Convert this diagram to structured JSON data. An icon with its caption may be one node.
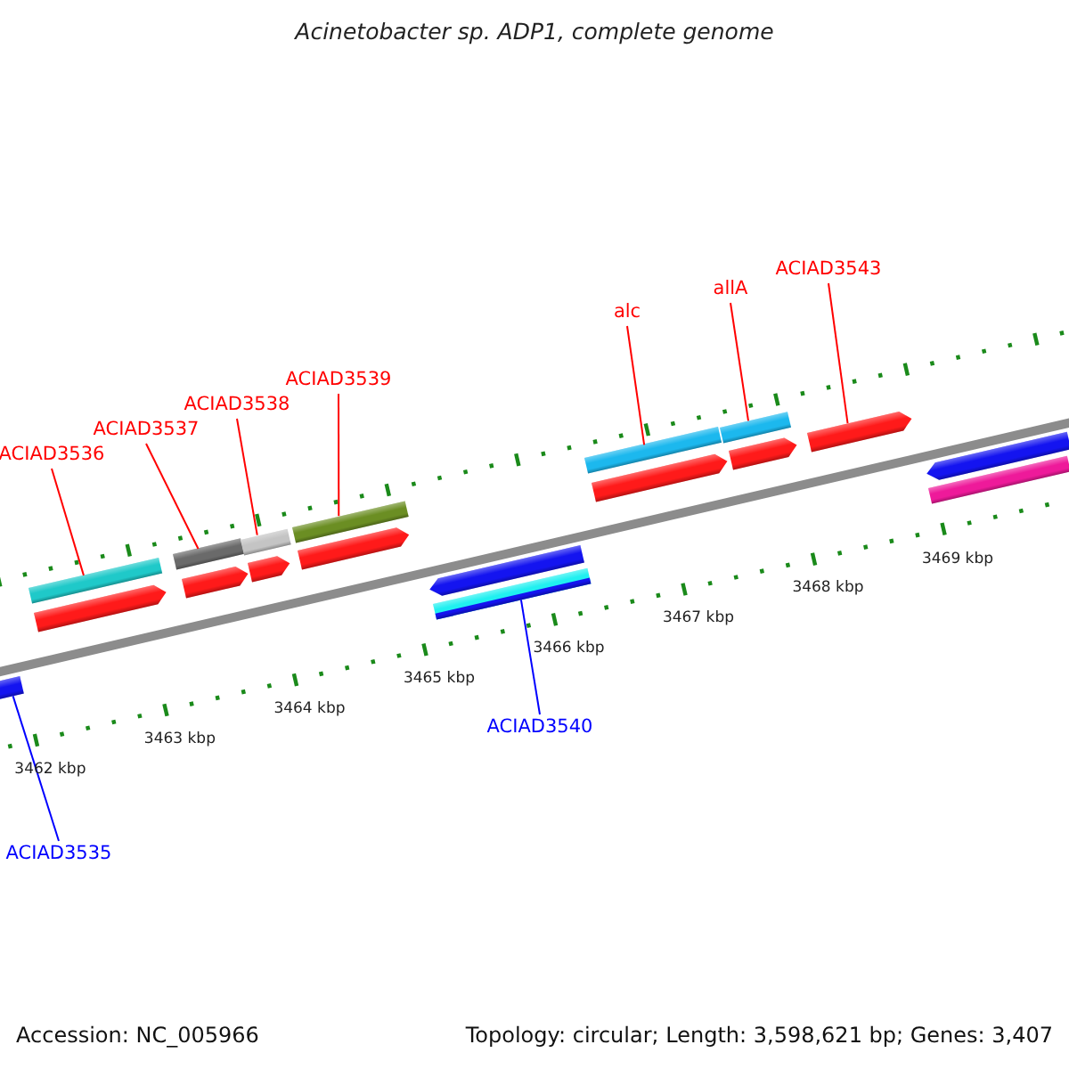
{
  "diagram": {
    "title": "Acinetobacter sp. ADP1, complete genome",
    "nodes": [
      {
        "text": [
          "ACIAD3543"
        ]
      },
      {
        "text": [
          "allA"
        ]
      },
      {
        "text": [
          "alc"
        ]
      },
      {
        "text": [
          "ACIAD3539"
        ]
      },
      {
        "text": [
          "ACIAD3538"
        ]
      },
      {
        "text": [
          "ACIAD3537"
        ]
      },
      {
        "text": [
          "ACIAD3536"
        ]
      },
      {
        "text": [
          "ACIAD3540"
        ]
      },
      {
        "text": [
          "ACIAD3535"
        ]
      },
      {
        "text": [],
        "shape": "bar"
      },
      {
        "text": [],
        "shape": "bar"
      },
      {
        "text": [],
        "shape": "bar"
      },
      {
        "text": [],
        "shape": "bar"
      },
      {
        "text": [],
        "shape": "bar"
      },
      {
        "text": [],
        "shape": "bar"
      },
      {
        "text": [],
        "shape": "bar"
      },
      {
        "text": [],
        "shape": "bar"
      },
      {
        "text": [],
        "shape": "bar"
      },
      {
        "text": [],
        "shape": "bar"
      },
      {
        "text": [],
        "shape": "bar"
      },
      {
        "text": [],
        "shape": "bar"
      },
      {
        "text": [],
        "shape": "bar"
      },
      {
        "text": [],
        "shape": "bar"
      },
      {
        "text": [],
        "shape": "bar"
      },
      {
        "text": [],
        "shape": "bar"
      },
      {
        "text": [],
        "shape": "bar"
      },
      {
        "text": [],
        "shape": "bar"
      }
    ],
    "edges": [
      {
        "from": 0,
        "to": 21,
        "arrow": "none"
      },
      {
        "from": 1,
        "to": 14,
        "arrow": "none"
      },
      {
        "from": 2,
        "to": 13,
        "arrow": "none"
      },
      {
        "from": 3,
        "to": 12,
        "arrow": "none"
      },
      {
        "from": 4,
        "to": 11,
        "arrow": "none"
      },
      {
        "from": 5,
        "to": 10,
        "arrow": "none"
      },
      {
        "from": 6,
        "to": 9,
        "arrow": "none"
      },
      {
        "from": 7,
        "to": 25,
        "arrow": "none",
        "color": "#0000ff"
      },
      {
        "from": 8,
        "to": 22,
        "arrow": "none",
        "color": "#0000ff"
      }
    ],
    "labels": [
      "3462 kbp",
      "3463 kbp",
      "3464 kbp",
      "3465 kbp",
      "3466 kbp",
      "3467 kbp",
      "3468 kbp",
      "3469 kbp",
      "Accession: NC_005966",
      "Topology: circular; Length: 3,598,621 bp; Genes: 3,407"
    ]
  }
}
